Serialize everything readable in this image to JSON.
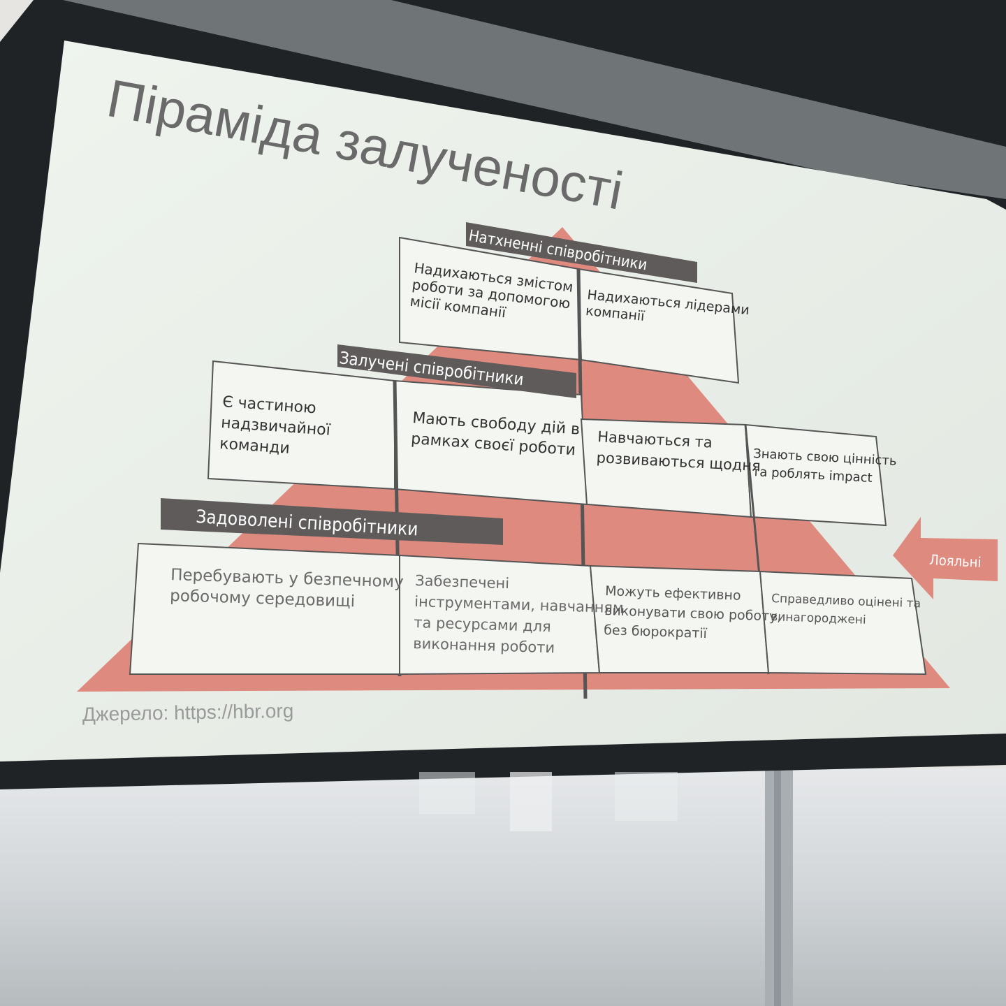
{
  "slide": {
    "title": "Піраміда залученості",
    "source": "Джерело: https://hbr.org",
    "levels": {
      "inspired": {
        "label": "Натхненні співробітники",
        "cells": [
          "Надихаються змістом роботи за допомогою місії компанії",
          "Надихаються лідерами компанії"
        ]
      },
      "engaged": {
        "label": "Залучені співробітники",
        "cells": [
          "Є частиною надзвичайної команди",
          "Мають свободу дій в рамках своєї роботи",
          "Навчаються та розвиваються щодня",
          "Знають свою цінність та роблять impact"
        ]
      },
      "satisfied": {
        "label": "Задоволені співробітники",
        "cells": [
          "Перебувають у безпечному робочому середовищі",
          "Забезпечені інструментами, навчанням та ресурсами для виконання роботи",
          "Можуть ефективно виконувати свою роботу, без бюрократії",
          "Справедливо оцінені та винагороджені"
        ]
      }
    },
    "arrow_label": "Лояльні"
  },
  "colors": {
    "slide_bg": "#e9efe8",
    "pyramid": "#df8a7f",
    "label_bar": "#5f5b5b",
    "screen_frame": "#1f2326",
    "wall": "#e7e6e2",
    "board": "#cfd3d6"
  }
}
